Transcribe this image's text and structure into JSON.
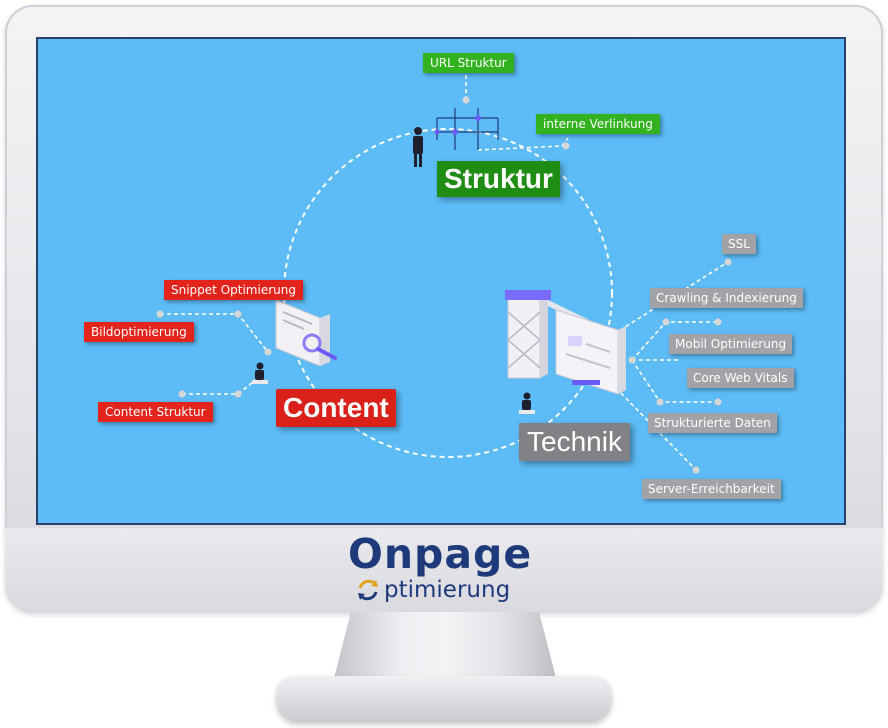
{
  "logo": {
    "title": "Onpage",
    "subtitle": "ptimierung",
    "icon": "refresh-cycle-icon"
  },
  "colors": {
    "screen": "#5dbcf7",
    "green": "#33b21f",
    "red": "#e3241d",
    "grey": "#a2a3a6",
    "brand": "#1f3a7a"
  },
  "struktur": {
    "title": "Struktur",
    "items": [
      "URL Struktur",
      "interne Verlinkung"
    ]
  },
  "content": {
    "title": "Content",
    "items": [
      "Snippet Optimierung",
      "Bildoptimierung",
      "Content Struktur"
    ]
  },
  "technik": {
    "title": "Technik",
    "items": [
      "SSL",
      "Crawling & Indexierung",
      "Mobil Optimierung",
      "Core Web Vitals",
      "Strukturierte Daten",
      "Server-Erreichbarkeit"
    ]
  }
}
